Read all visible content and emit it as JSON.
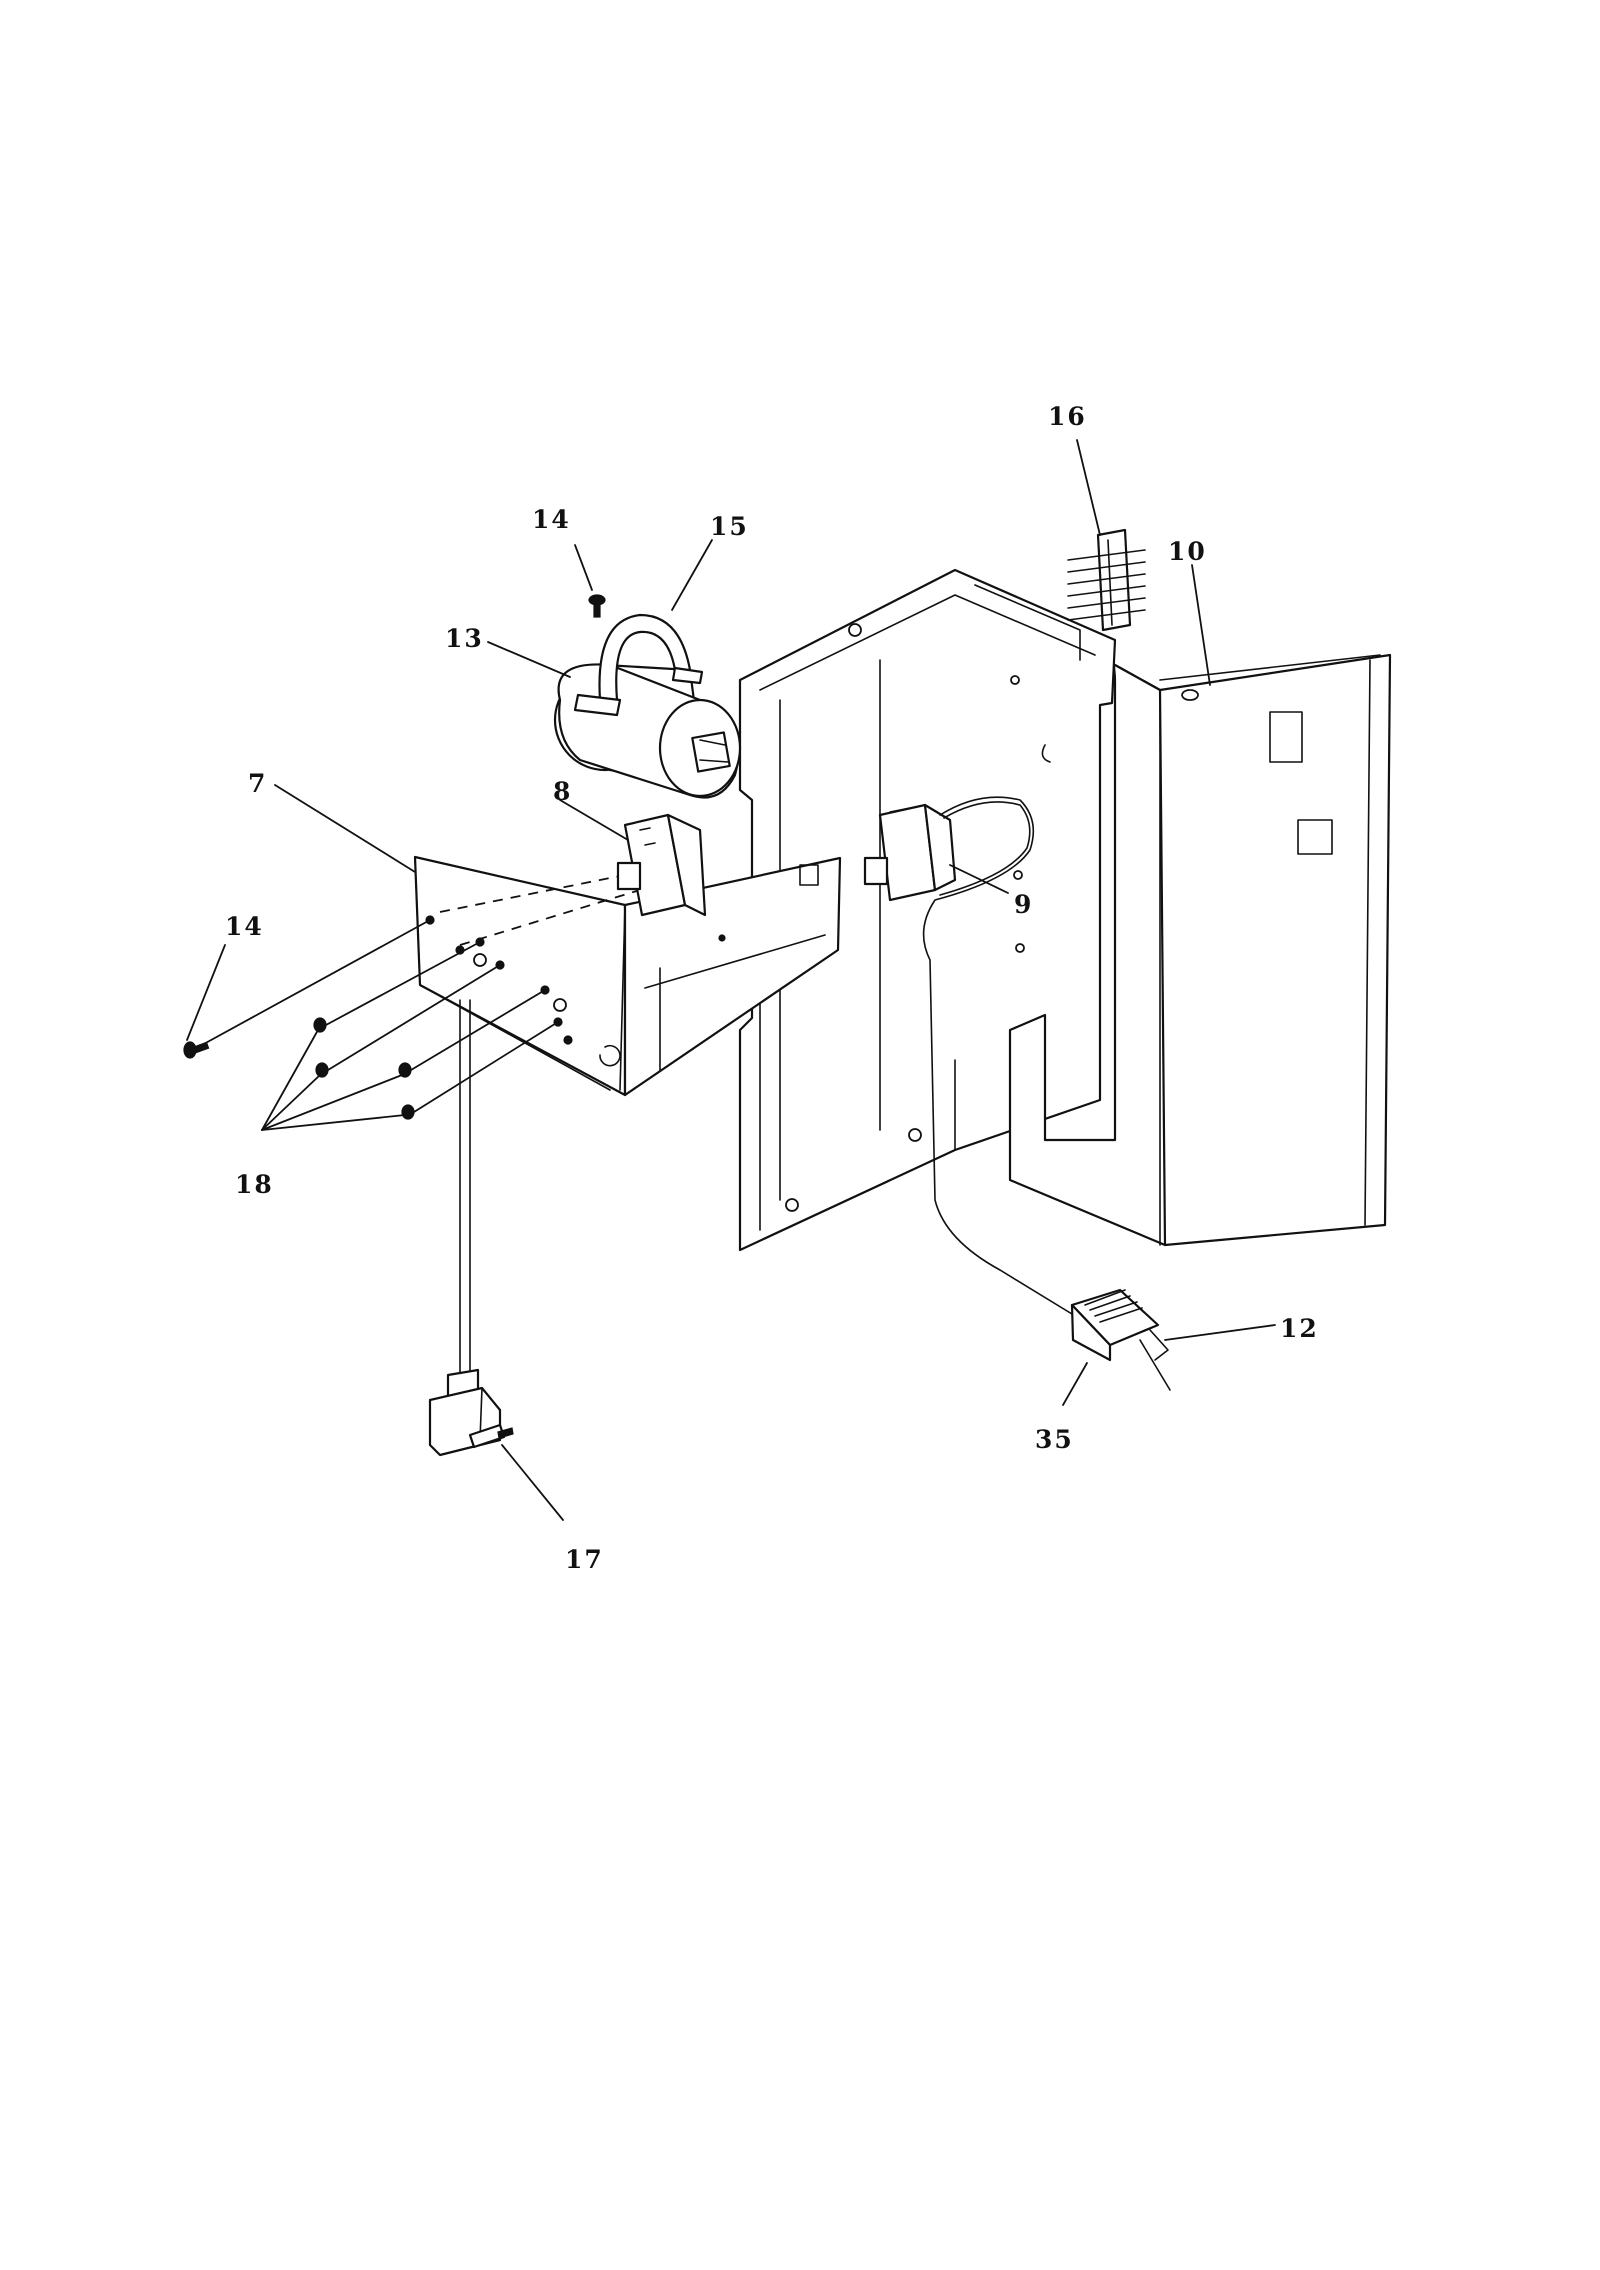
{
  "callouts": [
    {
      "id": "c16",
      "label": "16"
    },
    {
      "id": "c14a",
      "label": "14"
    },
    {
      "id": "c15",
      "label": "15"
    },
    {
      "id": "c10",
      "label": "10"
    },
    {
      "id": "c13",
      "label": "13"
    },
    {
      "id": "c7",
      "label": "7"
    },
    {
      "id": "c8",
      "label": "8"
    },
    {
      "id": "c9",
      "label": "9"
    },
    {
      "id": "c14b",
      "label": "14"
    },
    {
      "id": "c18",
      "label": "18"
    },
    {
      "id": "c12",
      "label": "12"
    },
    {
      "id": "c35",
      "label": "35"
    },
    {
      "id": "c17",
      "label": "17"
    }
  ]
}
